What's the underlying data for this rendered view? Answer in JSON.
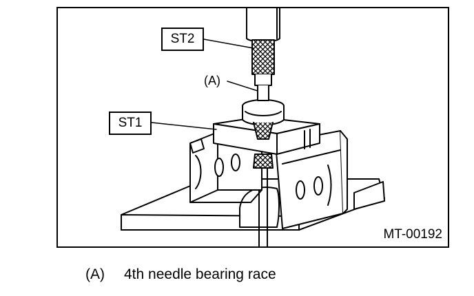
{
  "figure": {
    "callouts": {
      "st2": "ST2",
      "st1": "ST1",
      "a": "(A)"
    },
    "figure_code": "MT-00192"
  },
  "legend": {
    "key": "(A)",
    "description": "4th needle bearing race"
  }
}
